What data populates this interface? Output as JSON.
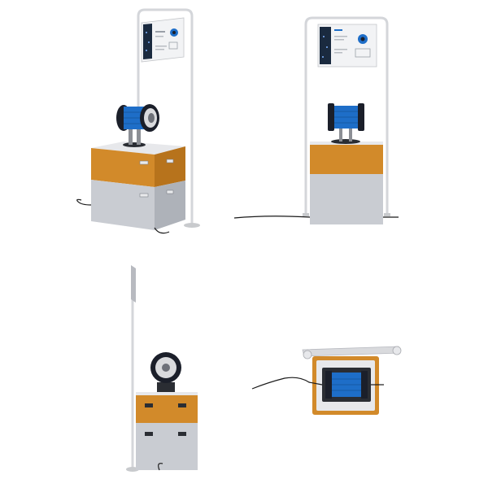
{
  "views": [
    {
      "id": "perspective",
      "label": ""
    },
    {
      "id": "front",
      "label": ""
    },
    {
      "id": "side",
      "label": ""
    },
    {
      "id": "top",
      "label": ""
    }
  ],
  "colors": {
    "background": "#ffffff",
    "orange": "#d28a2a",
    "orange_dark": "#b7731c",
    "grey_panel": "#c9ccd2",
    "grey_panel_dark": "#aeb2b9",
    "top_surface": "#e7e8eb",
    "metal": "#d9dadd",
    "metal_dark": "#a9abb0",
    "motor_blue": "#1e6ec8",
    "motor_dark": "#1b1f2a",
    "sign_dark": "#1a2a3f",
    "cable": "#1a1a1a"
  }
}
